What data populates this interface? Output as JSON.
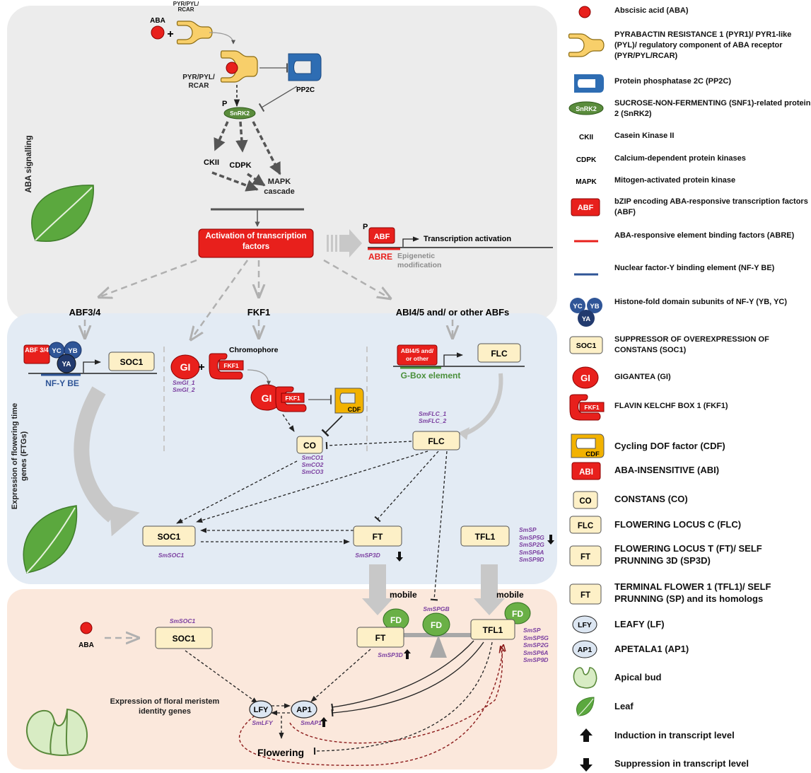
{
  "colors": {
    "aba_red": "#e8201c",
    "receptor_yellow": "#f8cf6a",
    "pp2c_blue": "#2e6db3",
    "snrk2_green": "#5a8c3c",
    "nfy_blue": "#2d4a87",
    "abre_red": "#e8201c",
    "nfy_be_blue": "#2f5597",
    "gene_box_fill": "#fdf0c7",
    "cdf_orange": "#f2b200",
    "fd_green": "#6ab046",
    "lfy_ap1_fill": "#dce6f2",
    "gene_text_purple": "#7b3fa0",
    "panel_gray": "#ececec",
    "panel_blue": "#e3ebf4",
    "panel_peach": "#fbe8dc"
  },
  "panels": {
    "aba_signalling": "ABA signalling",
    "expression_ftgs": "Expression of flowering time genes (FTGs)",
    "floral_meristem": "Expression of floral meristem identity genes"
  },
  "top": {
    "aba": "ABA",
    "plus": "+",
    "receptor_label": "PYR/PYL/ RCAR",
    "receptor_label_2": "PYR/PYL/ RCAR",
    "pp2c": "PP2C",
    "p": "P",
    "snrk2": "SnRK2",
    "ckii": "CKII",
    "cdpk": "CDPK",
    "mapk": "MAPK cascade",
    "activation": "Activation of transcription factors",
    "abf_p": "P",
    "abf": "ABF",
    "transcription_activation": "Transcription activation",
    "abre": "ABRE",
    "epigenetic": "Epigenetic modification"
  },
  "branches": {
    "abf34": "ABF3/4",
    "fkf1": "FKF1",
    "abi45": "ABI4/5 and/ or other ABFs"
  },
  "middle": {
    "abf34_box": "ABF 3/4",
    "yc": "YC",
    "yb": "YB",
    "ya": "YA",
    "soc1_top": "SOC1",
    "nfy_be": "NF-Y BE",
    "gi": "GI",
    "plus": "+",
    "fkf1": "FKF1",
    "chromophore": "Chromophore",
    "smgi": "SmGI_1 SmGI_2",
    "gi_complex": "GI",
    "fkf1_complex": "FKF1",
    "cdf": "CDF",
    "abi_box": "ABI4/5 and/ or other",
    "flc_top": "FLC",
    "gbox": "G-Box element",
    "smflc": "SmFLC_1 SmFLC_2",
    "co": "CO",
    "smco": "SmCO1 SmCO2 SmCO3",
    "flc": "FLC",
    "soc1": "SOC1",
    "smsoc1": "SmSOC1",
    "ft": "FT",
    "smsp3d": "SmSP3D",
    "tfl1": "TFL1",
    "smsp_list": "SmSP SmSP5G SmSP2G SmSP6A SmSP9D"
  },
  "bottom": {
    "aba": "ABA",
    "smsoc1": "SmSOC1",
    "soc1": "SOC1",
    "mobile_left": "mobile",
    "mobile_right": "mobile",
    "smspgb": "SmSPGB",
    "fd": "FD",
    "ft": "FT",
    "smsp3d": "SmSP3D",
    "tfl1": "TFL1",
    "smsp_list": "SmSP SmSP5G SmSP2G SmSP6A SmSP9D",
    "lfy": "LFY",
    "smlfy": "SmLFY",
    "ap1": "AP1",
    "smap1": "SmAP1",
    "flowering": "Flowering"
  },
  "legend": [
    {
      "icon": "aba-circle-icon",
      "text": "Abscisic acid (ABA)"
    },
    {
      "icon": "receptor-icon",
      "text": "PYRABACTIN RESISTANCE 1 (PYR1)/ PYR1-like (PYL)/ regulatory component of ABA receptor (PYR/PYL/RCAR)"
    },
    {
      "icon": "pp2c-icon",
      "text": "Protein phosphatase 2C (PP2C)"
    },
    {
      "icon": "snrk2-icon",
      "label": "SnRK2",
      "text": "SUCROSE-NON-FERMENTING (SNF1)-related protein 2 (SnRK2)"
    },
    {
      "icon": "ckii-text-icon",
      "label": "CKII",
      "text": "Casein Kinase II"
    },
    {
      "icon": "cdpk-text-icon",
      "label": "CDPK",
      "text": "Calcium-dependent protein kinases"
    },
    {
      "icon": "mapk-text-icon",
      "label": "MAPK",
      "text": "Mitogen-activated protein kinase"
    },
    {
      "icon": "abf-box-icon",
      "label": "ABF",
      "text": "bZIP encoding ABA-responsive transcription factors (ABF)"
    },
    {
      "icon": "abre-line-icon",
      "text": "ABA-responsive element binding factors (ABRE)"
    },
    {
      "icon": "nfy-be-line-icon",
      "text": "Nuclear factor-Y binding element (NF-Y BE)"
    },
    {
      "icon": "nfy-icon",
      "label_yc": "YC",
      "label_yb": "YB",
      "label_ya": "YA",
      "text": "Histone-fold domain subunits of NF-Y (YB, YC)"
    },
    {
      "icon": "soc1-box-icon",
      "label": "SOC1",
      "text": "SUPPRESSOR OF OVEREXPRESSION OF CONSTANS (SOC1)"
    },
    {
      "icon": "gi-icon",
      "label": "GI",
      "text": "GIGANTEA (GI)"
    },
    {
      "icon": "fkf1-icon",
      "label": "FKF1",
      "text": "FLAVIN KELCHF BOX 1 (FKF1)"
    },
    {
      "icon": "cdf-icon",
      "label": "CDF",
      "text": "Cycling DOF factor (CDF)"
    },
    {
      "icon": "abi-box-icon",
      "label": "ABI",
      "text": "ABA-INSENSITIVE (ABI)"
    },
    {
      "icon": "co-box-icon",
      "label": "CO",
      "text": "CONSTANS (CO)"
    },
    {
      "icon": "flc-box-icon",
      "label": "FLC",
      "text": "FLOWERING LOCUS C (FLC)"
    },
    {
      "icon": "ft-box-icon",
      "label": "FT",
      "text": "FLOWERING LOCUS T (FT)/ SELF PRUNNING 3D (SP3D)"
    },
    {
      "icon": "tfl1-box-icon",
      "label": "FT",
      "text": "TERMINAL FLOWER 1 (TFL1)/ SELF PRUNNING (SP) and its homologs"
    },
    {
      "icon": "lfy-icon",
      "label": "LFY",
      "text": "LEAFY (LF)"
    },
    {
      "icon": "ap1-icon",
      "label": "AP1",
      "text": "APETALA1 (AP1)"
    },
    {
      "icon": "apical-bud-icon",
      "text": "Apical bud"
    },
    {
      "icon": "leaf-icon",
      "text": "Leaf"
    },
    {
      "icon": "arrow-up-icon",
      "text": "Induction in transcript level"
    },
    {
      "icon": "arrow-down-icon",
      "text": "Suppression in transcript level"
    }
  ]
}
